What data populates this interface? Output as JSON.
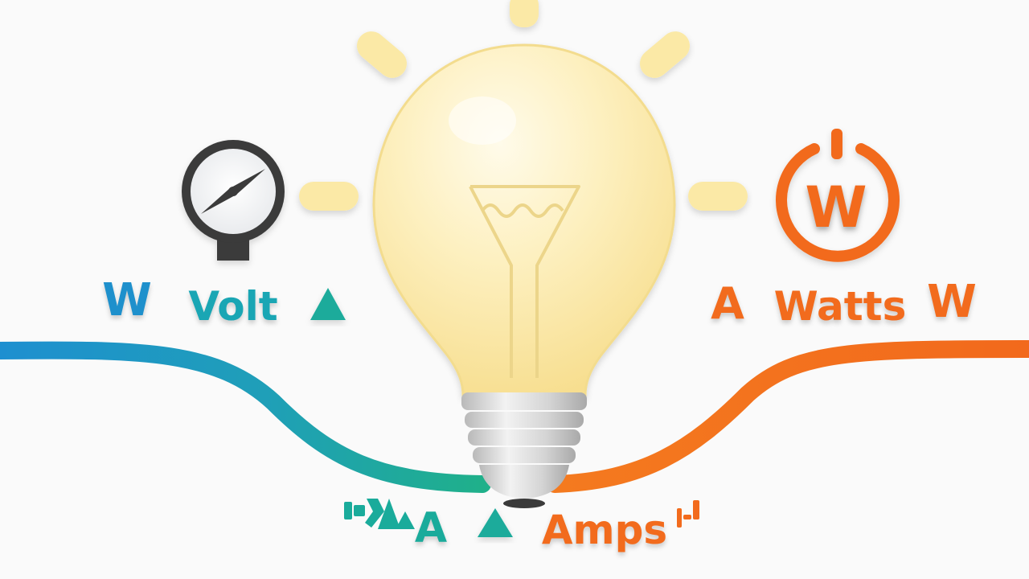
{
  "labels": {
    "left_w": "W",
    "volt": "Volt",
    "left_a": "A",
    "watts": "Watts",
    "right_w": "W",
    "amps_a": "A",
    "amps": "Amps"
  },
  "power_icon_letter": "W",
  "icons": {
    "gauge": "pressure-gauge-icon",
    "bulb": "light-bulb-icon",
    "power": "power-symbol-icon"
  },
  "colors": {
    "blue": "#1e90cc",
    "teal": "#1aab9b",
    "orange": "#f26b1d",
    "bulb_glow": "#fbe9a6",
    "gauge_dark": "#3a3a3a"
  }
}
